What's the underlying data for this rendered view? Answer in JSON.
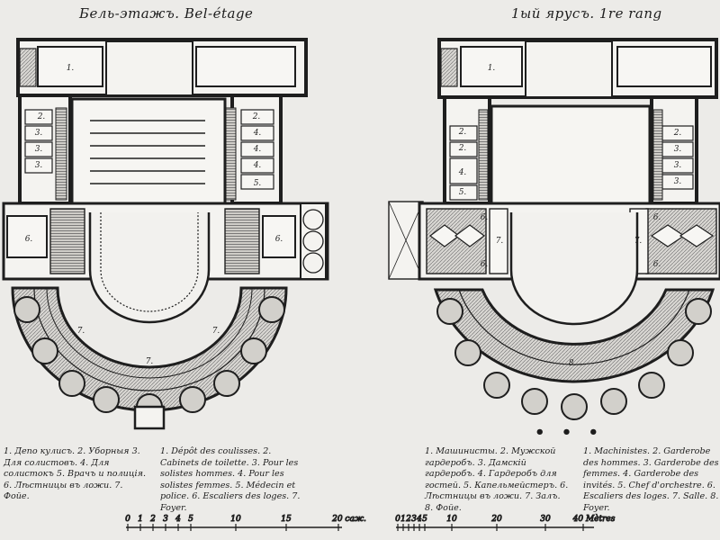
{
  "titles": {
    "left": "Бель-этажъ. Bel-étage",
    "right": "1ый ярусъ. 1re rang"
  },
  "legends": {
    "left_ru": "1. Депо кулисъ. 2. Уборныя 3. Для солистовъ. 4. Для солистокъ 5. Врачъ и полиція. 6. Лѣстницы въ ложи. 7. Фойе.",
    "left_fr": "1. Dépôt des coulisses. 2. Cabinets de toilette. 3. Pour les solistes hommes. 4. Pour les solistes femmes. 5. Médecin et police. 6. Escaliers des loges. 7. Foyer.",
    "right_ru": "1. Машинисты. 2. Мужской гардеробъ. 3. Дамскій гардеробъ. 4. Гардеробъ для гостей. 5. Капельмейстеръ. 6. Лѣстницы въ ложи. 7. Залъ. 8. Фойе.",
    "right_fr": "1. Machinistes. 2. Garderobe des hommes. 3. Garderobe des femmes. 4. Garderobe des invités. 5. Chef d'orchestre. 6. Escaliers des loges. 7. Salle. 8. Foyer."
  },
  "scales": {
    "left": {
      "ticks": [
        "0",
        "1",
        "2",
        "3",
        "4",
        "5",
        "10",
        "15",
        "20 саж."
      ]
    },
    "right": {
      "ticks": [
        "0",
        "1",
        "2",
        "3",
        "4",
        "5",
        "10",
        "20",
        "30",
        "40 Mètres"
      ]
    }
  },
  "room_labels": {
    "left": [
      "1.",
      "2.",
      "3.",
      "3.",
      "3.",
      "2.",
      "4.",
      "4.",
      "4.",
      "5.",
      "6.",
      "6.",
      "7.",
      "7.",
      "7."
    ],
    "right": [
      "1.",
      "2.",
      "2.",
      "4.",
      "5.",
      "2.",
      "3.",
      "3.",
      "3.",
      "6.",
      "6.",
      "7.",
      "6.",
      "6.",
      "7.",
      "8."
    ]
  },
  "dots": "• • •"
}
